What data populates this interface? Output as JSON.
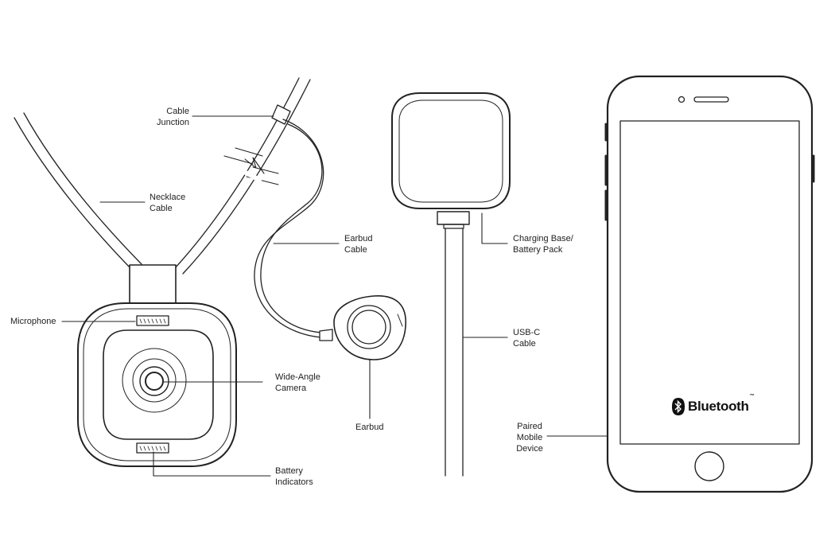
{
  "labels": {
    "cable_junction": [
      "Cable",
      "Junction"
    ],
    "necklace_cable": [
      "Necklace",
      "Cable"
    ],
    "microphone": [
      "Microphone"
    ],
    "wide_angle_camera": [
      "Wide-Angle",
      "Camera"
    ],
    "battery_indicators": [
      "Battery",
      "Indicators"
    ],
    "earbud_cable": [
      "Earbud",
      "Cable"
    ],
    "earbud": [
      "Earbud"
    ],
    "charging_base": [
      "Charging Base/",
      "Battery Pack"
    ],
    "usb_c_cable": [
      "USB-C",
      "Cable"
    ],
    "paired_mobile_device": [
      "Paired",
      "Mobile",
      "Device"
    ]
  },
  "phone_screen": {
    "logo_text": "Bluetooth",
    "trademark": "™"
  }
}
